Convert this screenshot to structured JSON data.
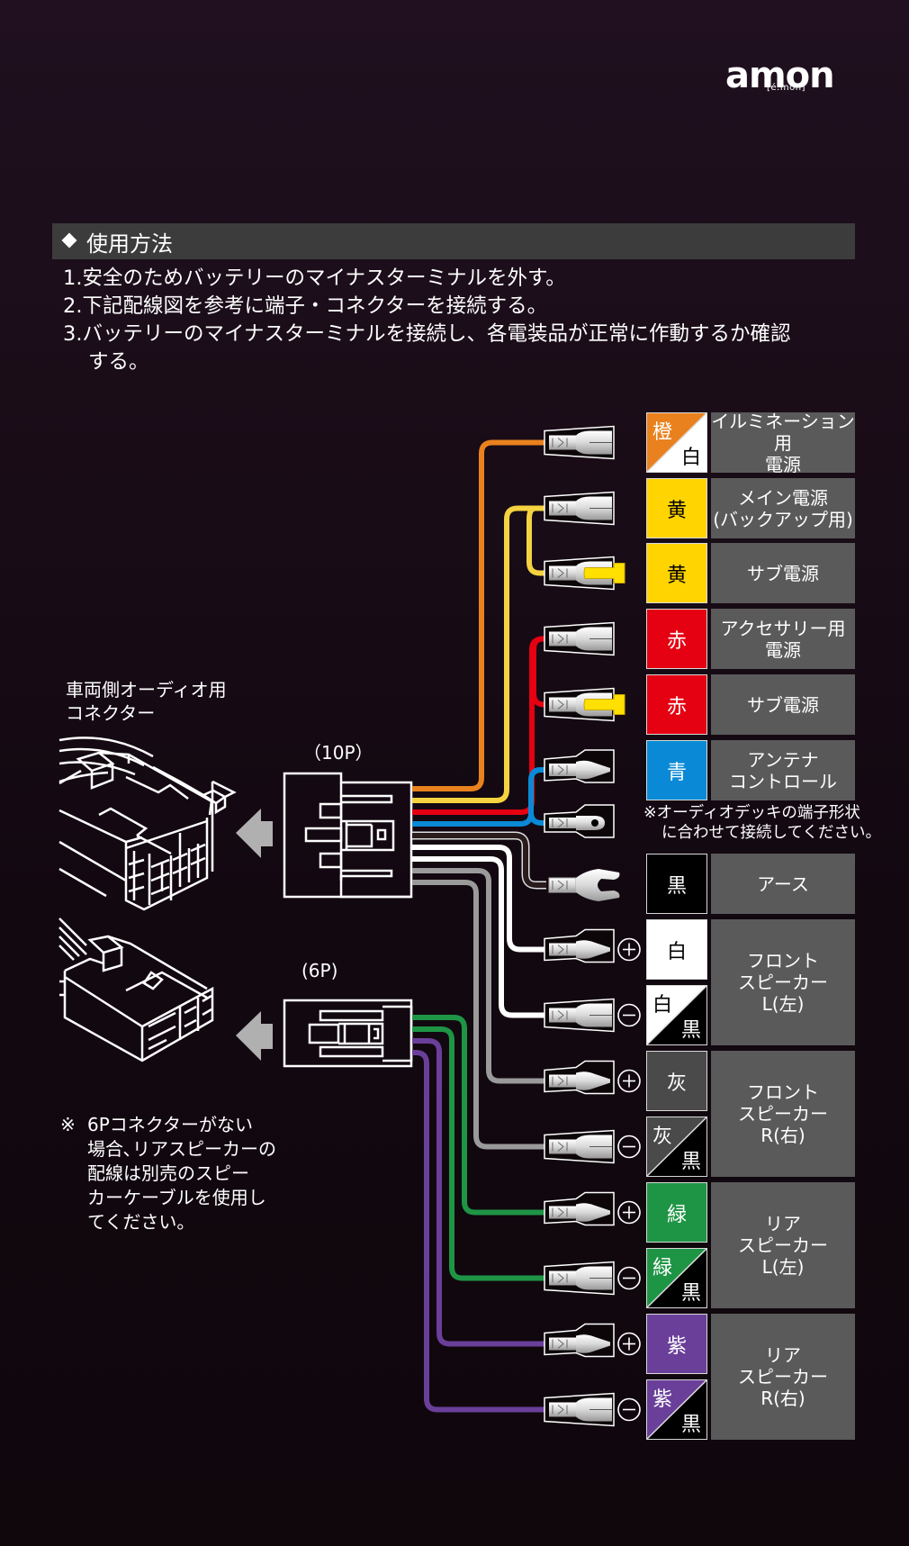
{
  "brand": {
    "logo_main": "amon",
    "logo_sub": "[é:mon]"
  },
  "section": {
    "title": "使用方法",
    "icon": "diamond-icon"
  },
  "steps": [
    "1.安全のためバッテリーのマイナスターミナルを外す。",
    "2.下記配線図を参考に端子・コネクターを接続する。",
    "3.バッテリーのマイナスターミナルを接続し、各電装品が正常に作動するか確認",
    "する。"
  ],
  "diagram": {
    "vehicle_connector_label": [
      "車両側オーディオ用",
      "コネクター"
    ],
    "connector_10p_label": "（10P）",
    "connector_6p_label": "(6P)",
    "arrow_icon": "arrow-left-icon",
    "note_6p": {
      "mark": "※",
      "lines": [
        "6Pコネクターがない",
        "場合､リアスピーカーの",
        "配線は別売のスピー",
        "カーケーブルを使用し",
        "てください。"
      ]
    },
    "note_terminal": [
      "※オーディオデッキの端子形状",
      "に合わせて接続してください。"
    ]
  },
  "colors": {
    "orange": "#e9821e",
    "yellow": "#ffd400",
    "yellow_wire": "#f5d340",
    "red": "#e50012",
    "blue": "#0a8ad6",
    "black": "#000000",
    "white": "#ffffff",
    "gray": "#4a4a4a",
    "gray_wire": "#9a9a9a",
    "green": "#1e9545",
    "purple": "#6a3f9a",
    "desc_bg": "#5a5a5a",
    "header_bg": "#3c3c3c"
  },
  "wires": [
    {
      "id": "orange-white",
      "color_name": "橙",
      "stripe_name": "白",
      "function": [
        "イルミネーション用",
        "電源"
      ],
      "terminal": "female",
      "polarity": ""
    },
    {
      "id": "yellow-main",
      "color_name": "黄",
      "function": [
        "メイン電源",
        "(バックアップ用)"
      ],
      "terminal": "female",
      "polarity": ""
    },
    {
      "id": "yellow-sub",
      "color_name": "黄",
      "function": [
        "サブ電源"
      ],
      "terminal": "female-capped",
      "polarity": ""
    },
    {
      "id": "red-acc",
      "color_name": "赤",
      "function": [
        "アクセサリー用",
        "電源"
      ],
      "terminal": "female",
      "polarity": ""
    },
    {
      "id": "red-sub",
      "color_name": "赤",
      "function": [
        "サブ電源"
      ],
      "terminal": "female-capped",
      "polarity": ""
    },
    {
      "id": "blue",
      "color_name": "青",
      "function": [
        "アンテナ",
        "コントロール"
      ],
      "terminal": "male / ring",
      "polarity": ""
    },
    {
      "id": "black",
      "color_name": "黒",
      "function": [
        "アース"
      ],
      "terminal": "fork",
      "polarity": ""
    },
    {
      "id": "white",
      "color_name": "白",
      "function": [
        "フロント",
        "スピーカー",
        "L(左)"
      ],
      "terminal": "male",
      "polarity": "+"
    },
    {
      "id": "white-black",
      "color_name": "白",
      "stripe_name": "黒",
      "function": [
        "フロント",
        "スピーカー",
        "L(左)"
      ],
      "terminal": "female",
      "polarity": "−"
    },
    {
      "id": "gray",
      "color_name": "灰",
      "function": [
        "フロント",
        "スピーカー",
        "R(右)"
      ],
      "terminal": "male",
      "polarity": "+"
    },
    {
      "id": "gray-black",
      "color_name": "灰",
      "stripe_name": "黒",
      "function": [
        "フロント",
        "スピーカー",
        "R(右)"
      ],
      "terminal": "female",
      "polarity": "−"
    },
    {
      "id": "green",
      "color_name": "緑",
      "function": [
        "リア",
        "スピーカー",
        "L(左)"
      ],
      "terminal": "male",
      "polarity": "+"
    },
    {
      "id": "green-black",
      "color_name": "緑",
      "stripe_name": "黒",
      "function": [
        "リア",
        "スピーカー",
        "L(左)"
      ],
      "terminal": "female",
      "polarity": "−"
    },
    {
      "id": "purple",
      "color_name": "紫",
      "function": [
        "リア",
        "スピーカー",
        "R(右)"
      ],
      "terminal": "male",
      "polarity": "+"
    },
    {
      "id": "purple-black",
      "color_name": "紫",
      "stripe_name": "黒",
      "function": [
        "リア",
        "スピーカー",
        "R(右)"
      ],
      "terminal": "female",
      "polarity": "−"
    }
  ],
  "legend": {
    "rows": [
      {
        "label": "橙",
        "label2": "白",
        "desc": [
          "イルミネーション用",
          "電源"
        ]
      },
      {
        "label": "黄",
        "desc": [
          "メイン電源",
          "(バックアップ用)"
        ]
      },
      {
        "label": "黄",
        "desc": [
          "サブ電源"
        ]
      },
      {
        "label": "赤",
        "desc": [
          "アクセサリー用",
          "電源"
        ]
      },
      {
        "label": "赤",
        "desc": [
          "サブ電源"
        ]
      },
      {
        "label": "青",
        "desc": [
          "アンテナ",
          "コントロール"
        ]
      },
      {
        "label": "黒",
        "desc": [
          "アース"
        ]
      },
      {
        "label": "白"
      },
      {
        "label": "白",
        "label2": "黒"
      },
      {
        "label": "灰"
      },
      {
        "label": "灰",
        "label2": "黒"
      },
      {
        "label": "緑"
      },
      {
        "label": "緑",
        "label2": "黒"
      },
      {
        "label": "紫"
      },
      {
        "label": "紫",
        "label2": "黒"
      }
    ],
    "groups": [
      {
        "desc": [
          "フロント",
          "スピーカー",
          "L(左)"
        ]
      },
      {
        "desc": [
          "フロント",
          "スピーカー",
          "R(右)"
        ]
      },
      {
        "desc": [
          "リア",
          "スピーカー",
          "L(左)"
        ]
      },
      {
        "desc": [
          "リア",
          "スピーカー",
          "R(右)"
        ]
      }
    ]
  },
  "polarity": {
    "plus": "+",
    "minus": "−"
  }
}
